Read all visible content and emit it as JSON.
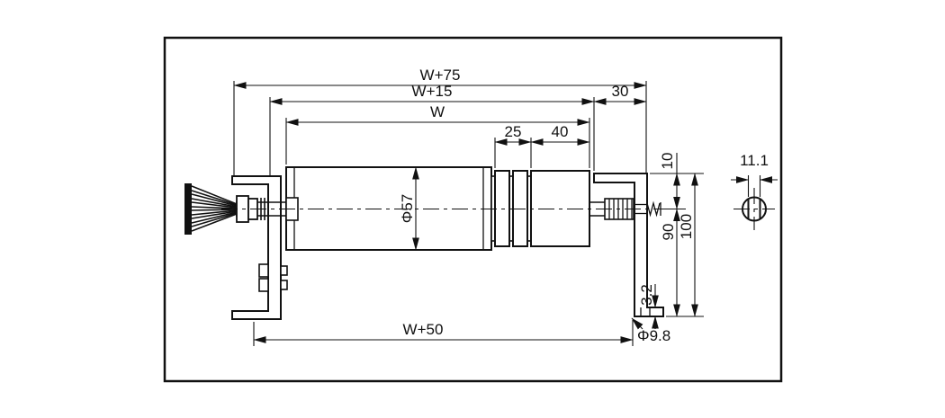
{
  "drawing": {
    "kind": "roller-dimension-drawing",
    "colors": {
      "line": "#111111",
      "background": "#ffffff"
    }
  },
  "labels": {
    "w75": "W+75",
    "w15": "W+15",
    "n30": "30",
    "w": "W",
    "n25": "25",
    "n40": "40",
    "n10": "10",
    "d57": "Φ57",
    "n90": "90",
    "n100": "100",
    "n32": "3.2",
    "d98": "Φ9.8",
    "w50": "W+50",
    "n111": "11.1"
  }
}
